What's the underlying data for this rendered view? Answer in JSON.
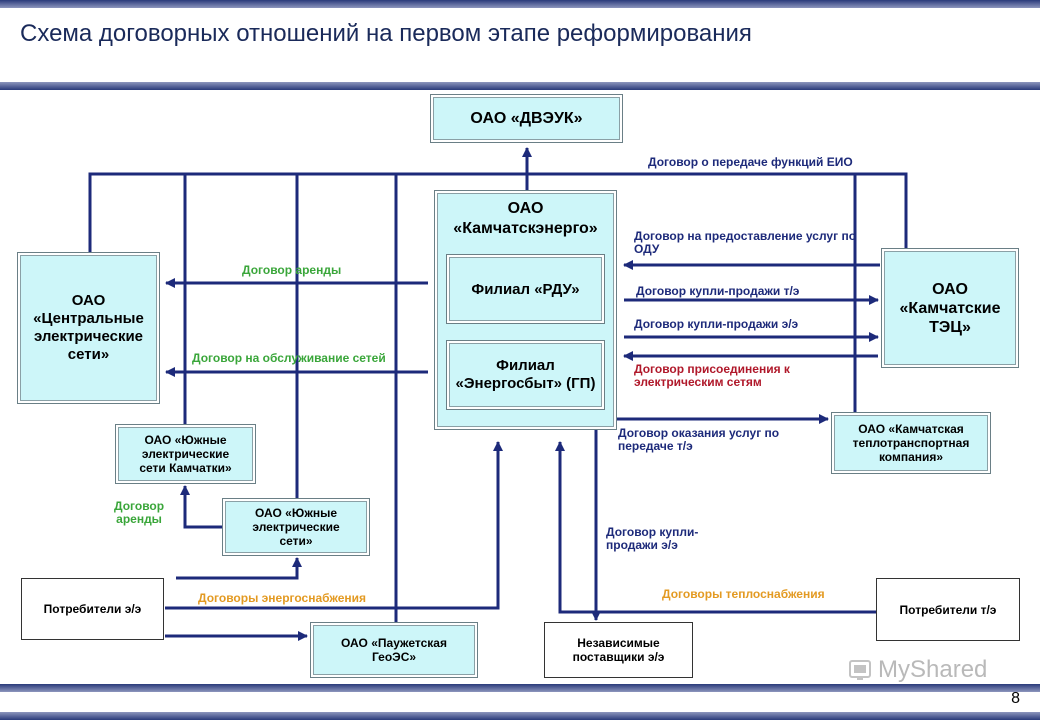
{
  "header": {
    "title": "Схема договорных отношений на первом этапе реформирования"
  },
  "boxes": {
    "dveuk": "ОАО «ДВЭУК»",
    "kamchatskenergo": "ОАО\n«Камчатскэнерго»",
    "rdu": "Филиал «РДУ»",
    "energosbyt": "Филиал\n«Энергосбыт» (ГП)",
    "ces": "ОАО\n«Центральные\nэлектрические\nсети»",
    "yes_kamchatki": "ОАО «Южные\nэлектрические\nсети Камчатки»",
    "yes": "ОАО «Южные\nэлектрические\nсети»",
    "consumers_e": "Потребители э/э",
    "pauzhet": "ОАО «Паужетская\nГеоЭС»",
    "independent": "Независимые\nпоставщики э/э",
    "tec": "ОАО\n«Камчатские\nТЭЦ»",
    "ktk": "ОАО «Камчатская\nтеплотранспортная\nкомпания»",
    "consumers_t": "Потребители т/э"
  },
  "labels": {
    "eio": "Договор о передаче функций ЕИО",
    "odu": "Договор на предоставление  услуг по\nОДУ",
    "te_sale": "Договор купли-продажи т/э",
    "ee_sale": "Договор купли-продажи э/э",
    "connection": "Договор присоединения к\nэлектрическим сетям",
    "transfer_te": "Договор оказания услуг по\nпередаче т/э",
    "lease1": "Договор аренды",
    "network_service": "Договор на обслуживание сетей",
    "lease2": "Договор\nаренды",
    "energy_supply": "Договоры энергоснабжения",
    "ee_sale2": "Договор купли-\nпродажи э/э",
    "heat_supply": "Договоры теплоснабжения"
  },
  "footer": {
    "page_number": "8",
    "watermark": "MyShared"
  },
  "colors": {
    "line": "#1d2a7a",
    "box_fill": "#cdf6f9",
    "bar": "#1d2a7a",
    "green": "#3aa63a",
    "red": "#b0182a",
    "orange": "#e39a22"
  }
}
